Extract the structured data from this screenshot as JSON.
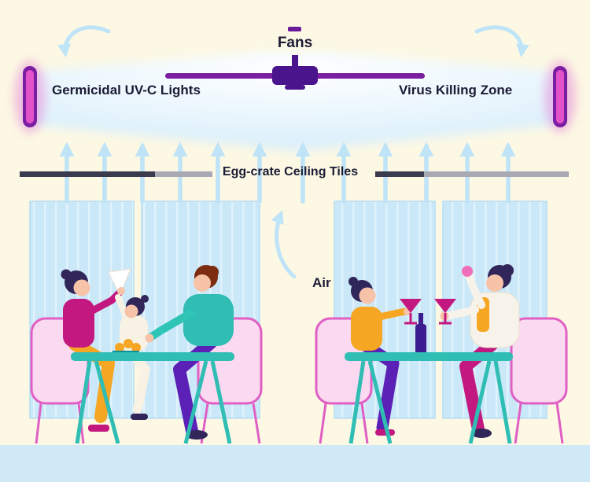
{
  "diagram": {
    "title_context": "Restaurant upper-room germicidal UV-C air disinfection diagram",
    "labels": {
      "fans": "Fans",
      "germicidal": "Germicidal UV-C Lights",
      "virus_zone": "Virus Killing Zone",
      "ceiling_tiles": "Egg-crate Ceiling Tiles",
      "air": "Air"
    },
    "icons": {
      "fan": "ceiling-fan-icon",
      "uv_left": "uv-light-bar-left",
      "uv_right": "uv-light-bar-right",
      "recirc_left": "recirculation-arrow-left",
      "recirc_right": "recirculation-arrow-right",
      "up_arrows": "airflow-up-arrows",
      "air_arrow": "air-rising-arrow"
    },
    "colors": {
      "background": "#FCF8E4",
      "glow": "#EAF6FD",
      "arrow_blue": "#BFE3F7",
      "fan_purple": "#6A1B9A",
      "hub_purple": "#4A148C",
      "uv_magenta": "#E352C9",
      "text": "#1B1B35",
      "tile_dark": "#3B3B4F",
      "tile_gray": "#A9A9B3",
      "window_blue": "#CAE8F8",
      "floor_blue": "#CFE9F6",
      "table_teal": "#2FBDB4",
      "chair_pink": "#E05FC4",
      "outfit_magenta": "#C2187F",
      "outfit_orange": "#F5A623",
      "outfit_purple": "#5B21B6",
      "skin": "#F6C3A8",
      "hair_dark": "#30265A"
    }
  }
}
